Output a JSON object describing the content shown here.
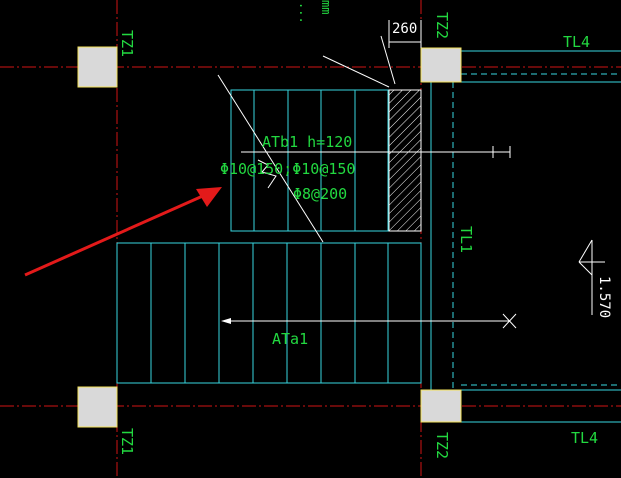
{
  "drawing": {
    "column_labels": {
      "tz1": "TZ1",
      "tz2": "TZ2"
    },
    "beam_label": "TL4",
    "side_beam_label": "TL1",
    "dimension_value": "260",
    "top_text_1": "...",
    "top_text_2": "mm",
    "upper_stair": {
      "name": "ATb1 h=120",
      "rebar_main": "Φ10@150;Φ10@150",
      "rebar_dist": "Φ8@200"
    },
    "lower_stair": {
      "name": "ATa1"
    },
    "elevation_value": "1.570",
    "colors": {
      "background": "#000000",
      "axis_line": "#d11414",
      "stair_line": "#37d6df",
      "text_green": "#22d840",
      "column_fill": "#d9d9d9",
      "arrow": "#e31a1a"
    }
  }
}
